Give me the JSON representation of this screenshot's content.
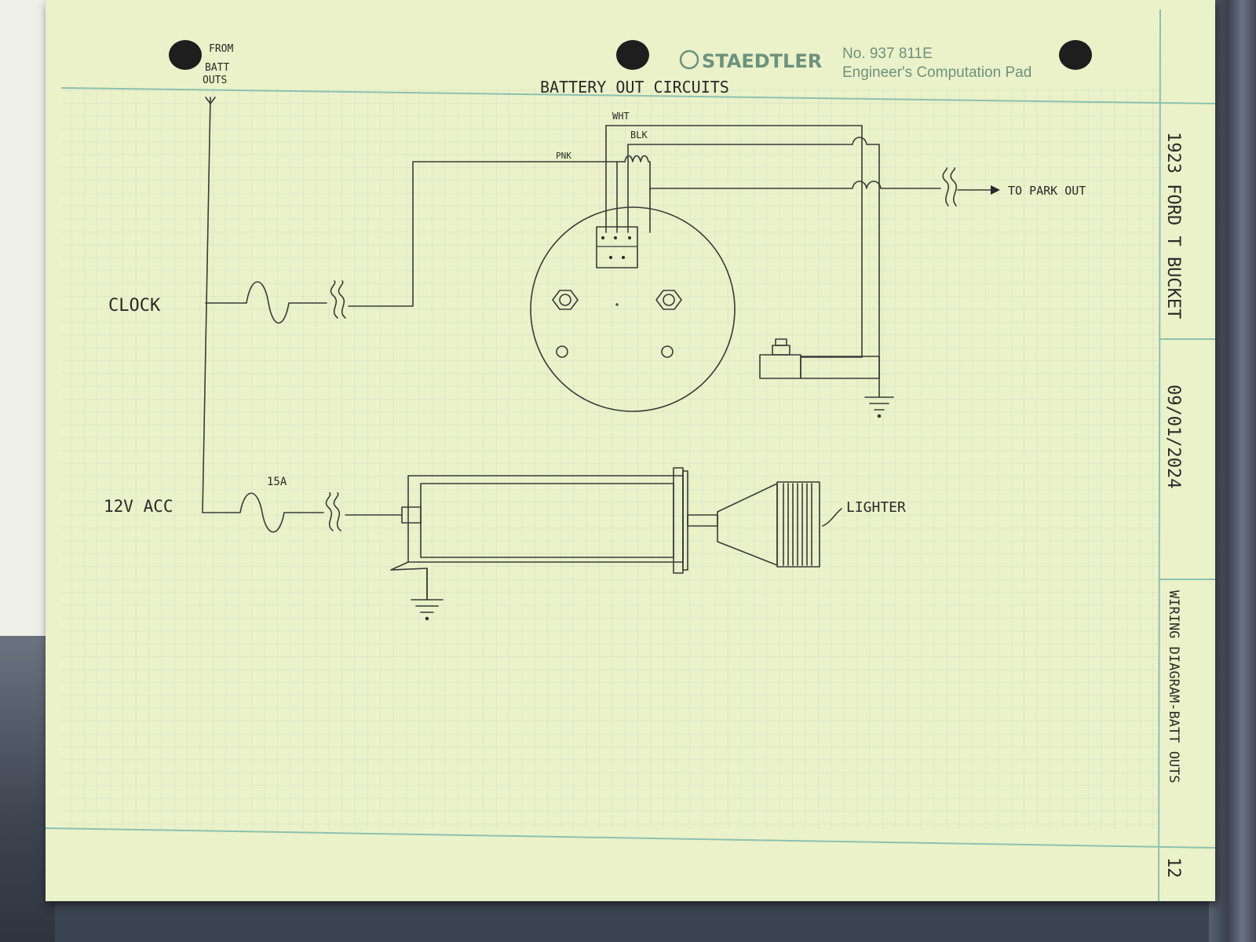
{
  "pad": {
    "brand": "STAEDTLER",
    "model": "No. 937 811E",
    "product": "Engineer's Computation Pad"
  },
  "title_block": {
    "project": "1923 FORD T BUCKET",
    "date": "09/01/2024",
    "title": "WIRING DIAGRAM-BATT OUTS",
    "page": "12"
  },
  "diagram": {
    "title": "BATTERY OUT CIRCUITS",
    "source_label": [
      "FROM",
      "BATT",
      "OUTS"
    ],
    "clock_label": "CLOCK",
    "acc_label": "12V ACC",
    "fuse_rating": "15A",
    "wire_wht": "WHT",
    "wire_blk": "BLK",
    "wire_pnk": "PNK",
    "park_out": "TO PARK OUT",
    "lighter_label": "LIGHTER"
  },
  "colors": {
    "paper": "#ebf1c8",
    "grid": "#c9dcc6",
    "border": "#8cc1b2",
    "ink": "#3a3a3a",
    "print": "#6c927f"
  }
}
